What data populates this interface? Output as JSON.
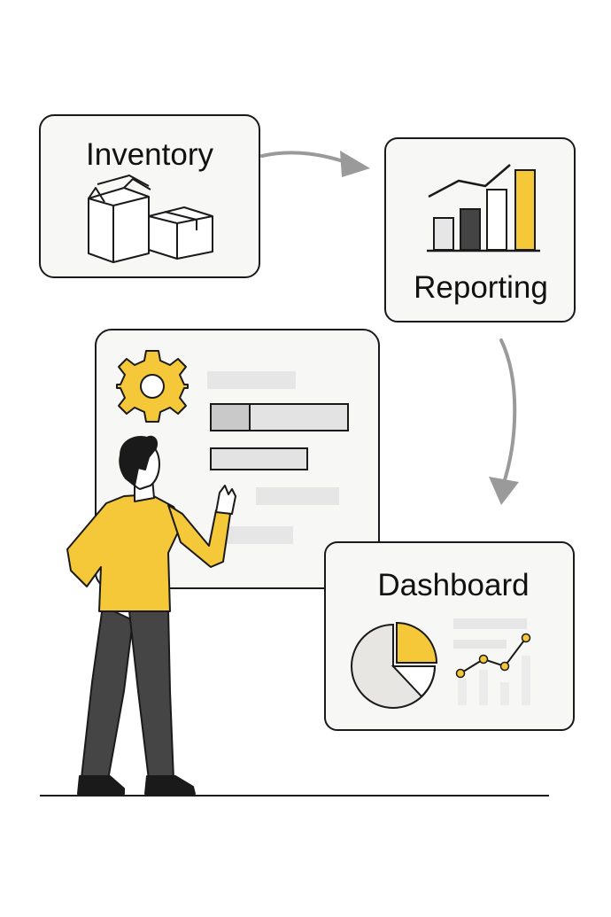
{
  "diagram": {
    "nodes": [
      {
        "id": "inventory",
        "label": "Inventory",
        "icon": "boxes-icon"
      },
      {
        "id": "reporting",
        "label": "Reporting",
        "icon": "bar-chart-icon"
      },
      {
        "id": "dashboard",
        "label": "Dashboard",
        "icon": "pie-chart-icon"
      }
    ],
    "edges": [
      {
        "from": "inventory",
        "to": "reporting"
      },
      {
        "from": "reporting",
        "to": "dashboard"
      }
    ],
    "settings_panel": {
      "icon": "gear-icon"
    },
    "figure": {
      "icon": "person-pointing"
    }
  },
  "colors": {
    "accent": "#f5c83a",
    "ink": "#1a1a1a",
    "card_fill": "#f7f7f5",
    "dark_bar": "#444444",
    "light_bar": "#e6e6e6",
    "arrow": "#9a9a9a",
    "pants": "#454545"
  }
}
